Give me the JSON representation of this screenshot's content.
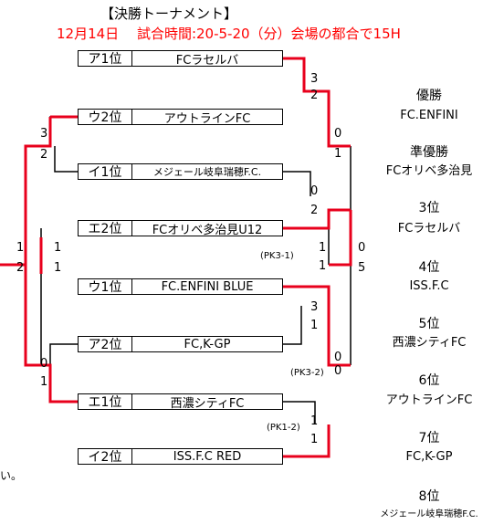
{
  "header": {
    "title": "【決勝トーナメント】",
    "subtitle": "12月14日　 試合時間:20-5-20（分）会場の都合で15H"
  },
  "teams": [
    {
      "seed": "ア1位",
      "name": "FCラセルバ"
    },
    {
      "seed": "ウ2位",
      "name": "アウトラインFC"
    },
    {
      "seed": "イ1位",
      "name": "メジェール岐阜瑞穂F.C."
    },
    {
      "seed": "エ2位",
      "name": "FCオリベ多治見U12"
    },
    {
      "seed": "ウ1位",
      "name": "FC.ENFINI BLUE"
    },
    {
      "seed": "ア2位",
      "name": "FC,K-GP"
    },
    {
      "seed": "エ1位",
      "name": "西濃シティFC"
    },
    {
      "seed": "イ2位",
      "name": "ISS.F.C RED"
    }
  ],
  "scores": {
    "r1m1_top": "3",
    "r1m1_bot": "2",
    "r1m2_top": "0",
    "r1m2_bot": "2",
    "r2m1_top": "3",
    "r2m1_bot": "2",
    "r1m3_top": "3",
    "r1m3_bot": "1",
    "r1m4_top": "1",
    "r1m4_bot": "1",
    "r2m2_top": "0",
    "r2m2_bot": "0",
    "r2m3_top": "1",
    "r2m3_bot": "2",
    "r2m4_top": "0",
    "r2m4_bot": "1",
    "semi_left_top": "1",
    "semi_left_bot": "1",
    "final_top": "0",
    "final_bot": "5",
    "sf_right_top": "0",
    "sf_right_bot": "1"
  },
  "pk": {
    "pk1": "(PK3-1)",
    "pk2": "(PK3-2)",
    "pk3": "(PK1-2)"
  },
  "standings": [
    {
      "rank": "優勝",
      "team": "FC.ENFINI"
    },
    {
      "rank": "準優勝",
      "team": "FCオリベ多治見"
    },
    {
      "rank": "3位",
      "team": "FCラセルバ"
    },
    {
      "rank": "4位",
      "team": "ISS.F.C"
    },
    {
      "rank": "5位",
      "team": "西濃シティFC"
    },
    {
      "rank": "6位",
      "team": "アウトラインFC"
    },
    {
      "rank": "7位",
      "team": "FC,K-GP"
    },
    {
      "rank": "8位",
      "team": "メジェール岐阜瑞穂F.C."
    }
  ],
  "footer_fragment": "い。"
}
